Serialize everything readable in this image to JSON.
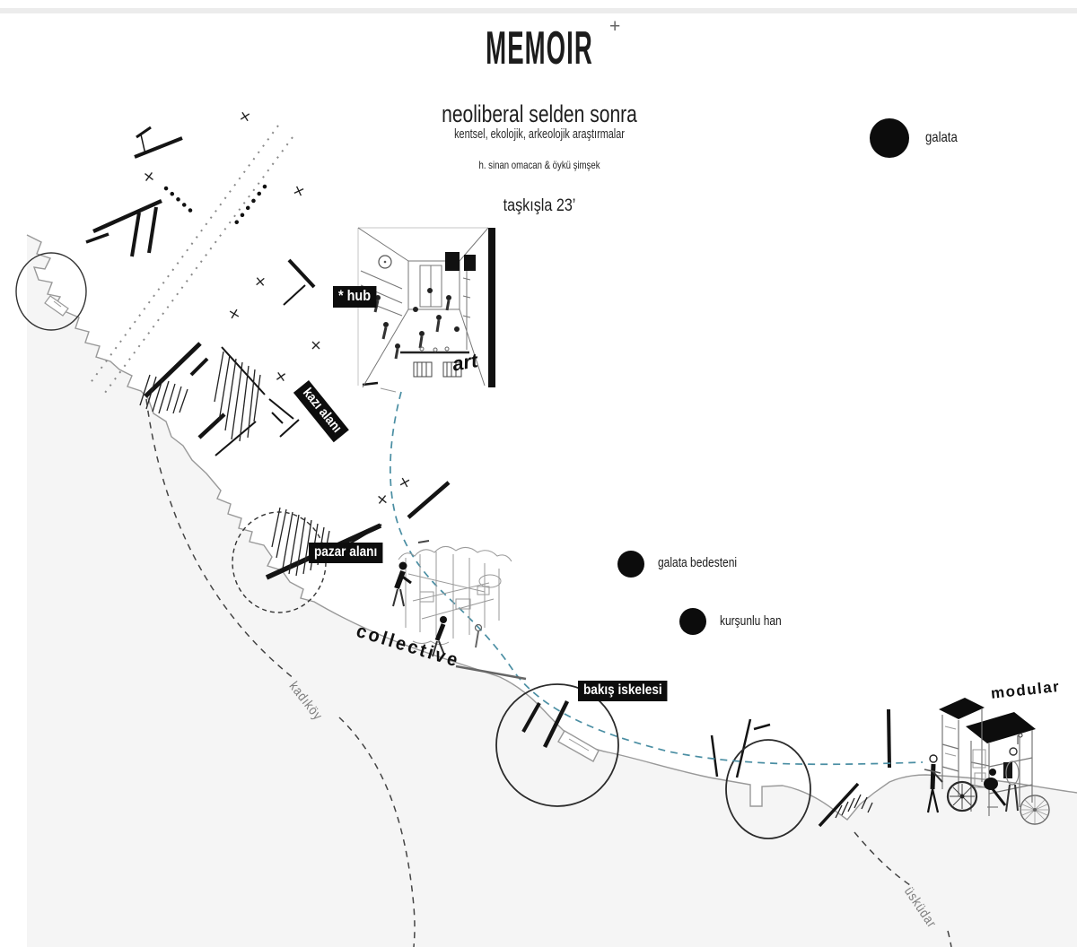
{
  "colors": {
    "ink": "#111111",
    "route_accent": "#4a8ea3",
    "sea_fill": "#f5f5f5",
    "coastline": "#999999",
    "muted_label": "#7d7d7d"
  },
  "title": {
    "text": "MEMOIR",
    "mark": "+"
  },
  "intro": {
    "line1": "neoliberal selden sonra",
    "line2": "kentsel, ekolojik, arkeolojik araştırmalar",
    "line3": "h. sinan omacan & öykü şimşek",
    "line4": "taşkışla 23’"
  },
  "legend": {
    "items": [
      {
        "label": "galata",
        "dot": "large"
      },
      {
        "label": "galata bedesteni",
        "dot": "small"
      },
      {
        "label": "kurşunlu han",
        "dot": "small"
      }
    ]
  },
  "map": {
    "labels": {
      "hub": "* hub",
      "kazi": "kazı alanı",
      "pazar": "pazar alanı",
      "bakis": "bakış iskelesi"
    },
    "notes": {
      "art": "art",
      "collective": "collective",
      "modular": "modular"
    },
    "regions": {
      "kadikoy": "kadıköy",
      "uskudar": "üsküdar"
    }
  }
}
